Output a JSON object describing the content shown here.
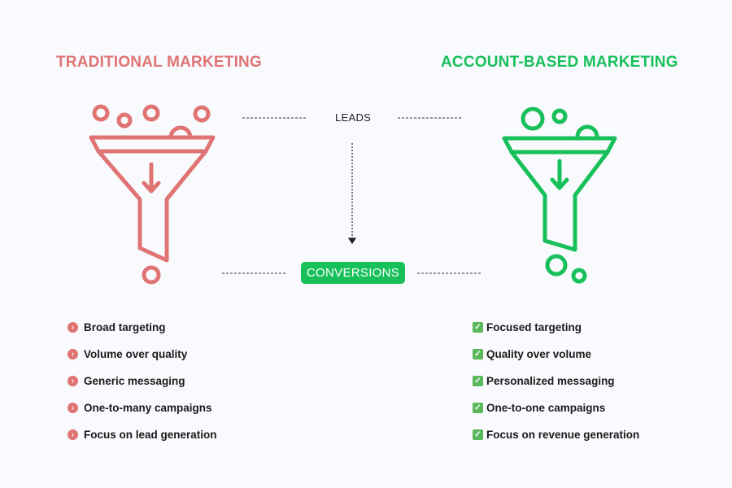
{
  "left": {
    "title": "TRADITIONAL MARKETING",
    "color": "#e07474",
    "items": [
      "Broad targeting",
      "Volume over quality",
      "Generic messaging",
      "One-to-many campaigns",
      "Focus on lead generation"
    ],
    "bullet_icon": "chevron-right-circle-icon"
  },
  "right": {
    "title": "ACCOUNT-BASED MARKETING",
    "color": "#18c05a",
    "items": [
      "Focused targeting",
      "Quality over volume",
      "Personalized messaging",
      "One-to-one campaigns",
      "Focus on revenue generation"
    ],
    "bullet_icon": "check-box-icon"
  },
  "center": {
    "leads_label": "LEADS",
    "conversions_label": "CONVERSIONS"
  }
}
